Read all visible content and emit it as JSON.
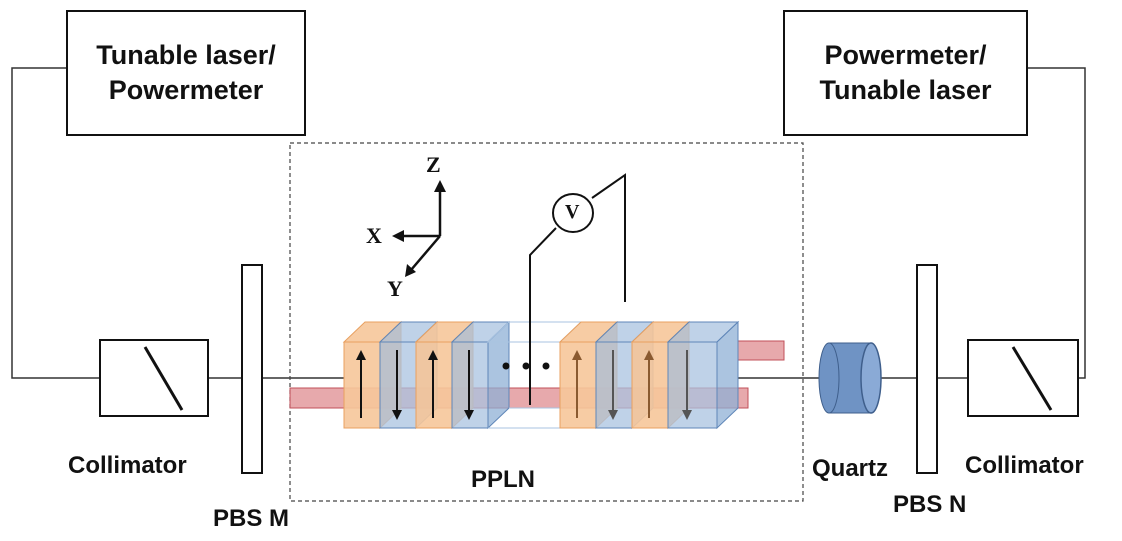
{
  "boxes": {
    "left": {
      "line1": "Tunable laser/",
      "line2": "Powermeter"
    },
    "right": {
      "line1": "Powermeter/",
      "line2": "Tunable laser"
    }
  },
  "labels": {
    "collimator_left": "Collimator",
    "collimator_right": "Collimator",
    "pbs_m": "PBS M",
    "pbs_n": "PBS N",
    "quartz": "Quartz",
    "ppln": "PPLN",
    "voltmeter": "V"
  },
  "axes": {
    "z": "Z",
    "x": "X",
    "y": "Y"
  },
  "crystal": {
    "domains_left": [
      "up",
      "down",
      "up",
      "down"
    ],
    "domains_right": [
      "up",
      "down",
      "up",
      "down"
    ],
    "ellipsis": "• • •"
  },
  "colors": {
    "orange_domain": "#f6c79a",
    "blue_domain": "#a9c3e0",
    "beam": "#e39a9d",
    "quartz": "#6f93c4"
  }
}
